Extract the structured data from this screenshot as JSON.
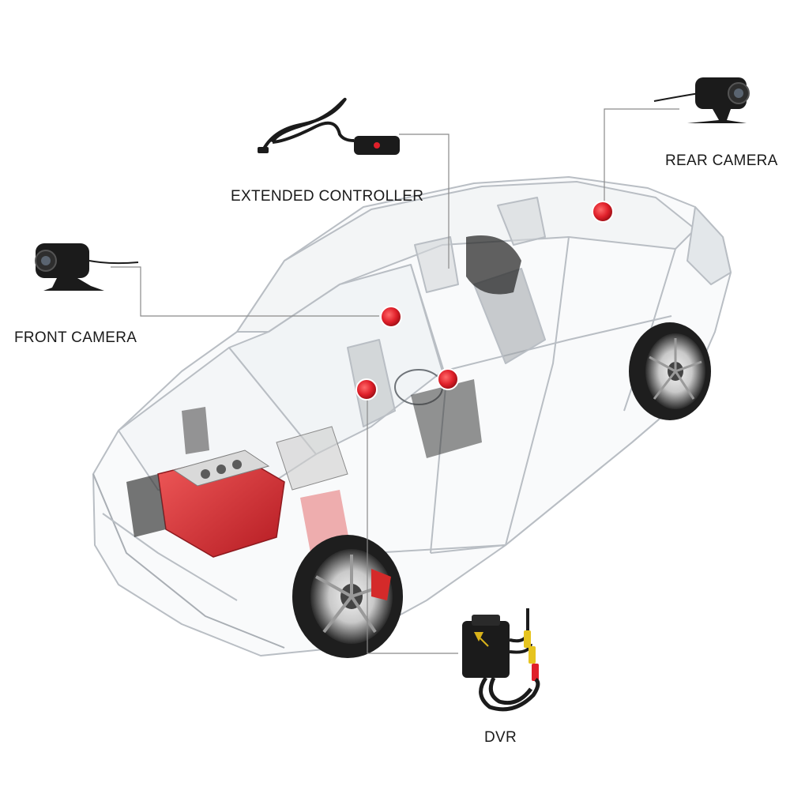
{
  "labels": {
    "rear_camera": "REAR CAMERA",
    "extended_controller": "EXTENDED CONTROLLER",
    "front_camera": "FRONT CAMERA",
    "dvr": "DVR"
  },
  "colors": {
    "marker": "#e0202a",
    "leader_line": "#8a8a8a",
    "device_body": "#1b1b1b",
    "car_outline": "#b9bec4"
  },
  "icons": [
    "car-cutaway-illustration",
    "rear-camera-icon",
    "front-camera-icon",
    "extended-controller-icon",
    "dvr-unit-icon"
  ]
}
